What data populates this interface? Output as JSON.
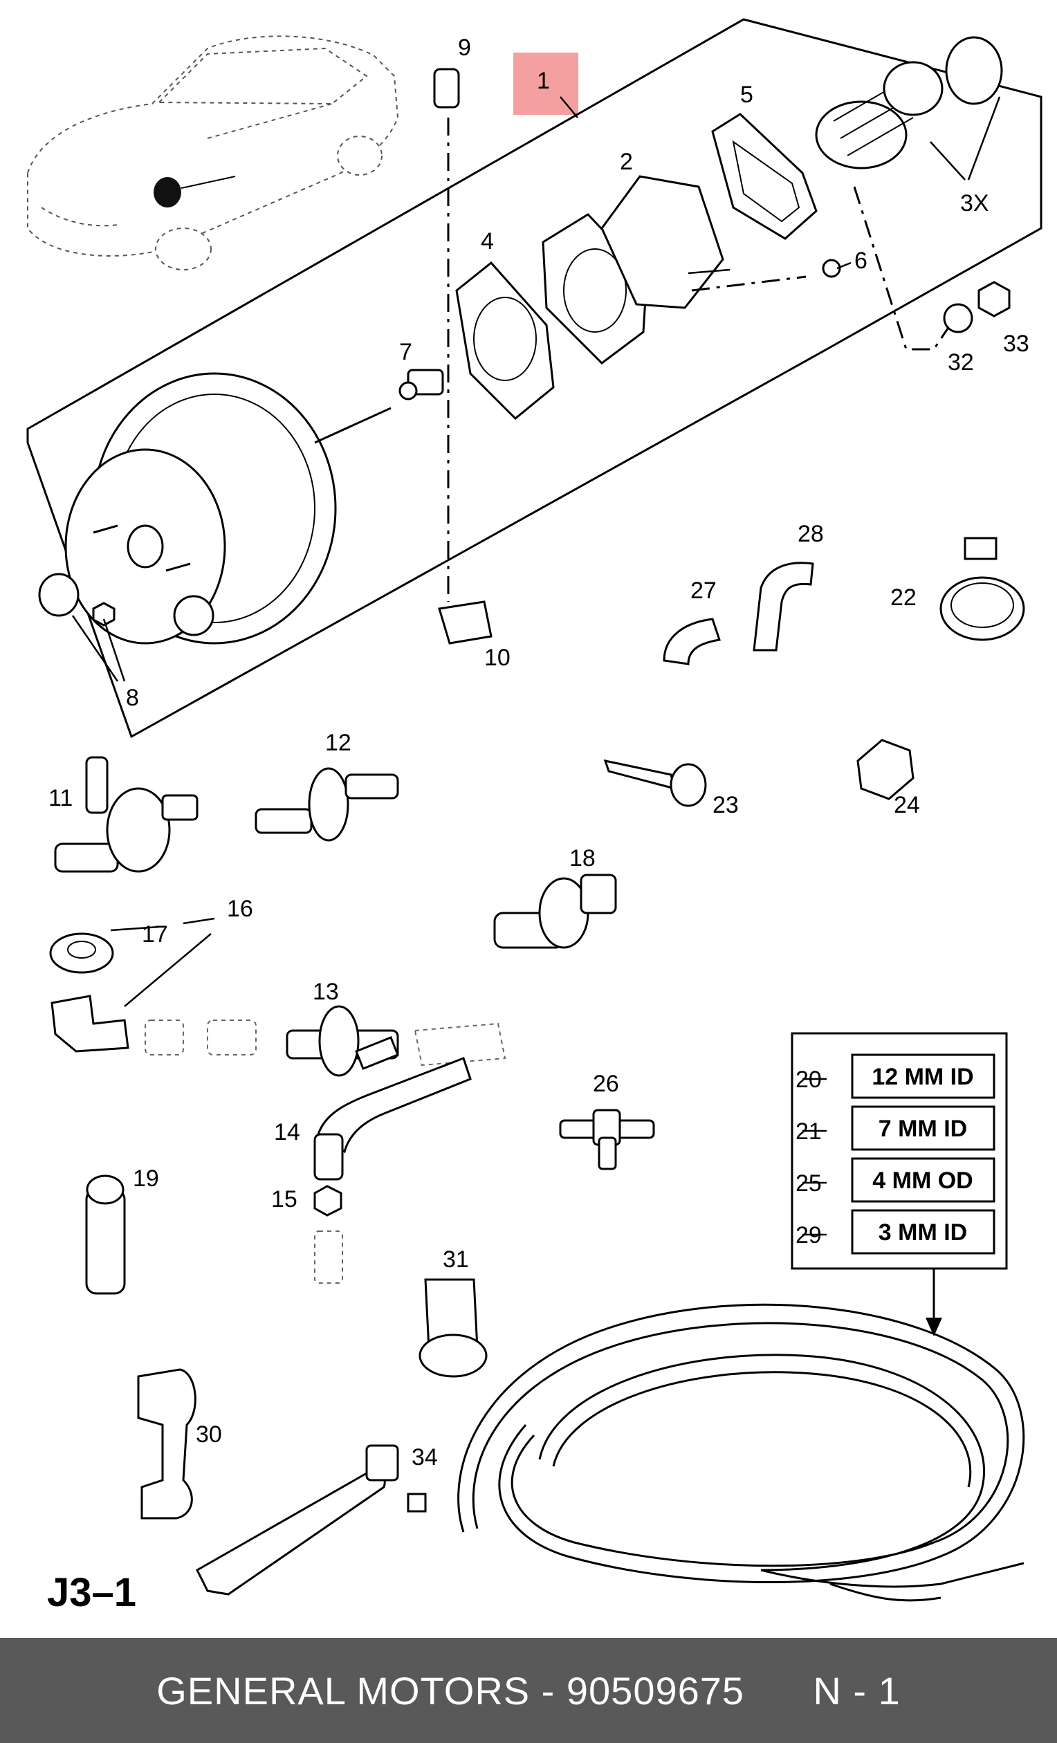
{
  "diagram": {
    "page_code": "J3–1",
    "callouts": [
      "1",
      "2",
      "3X",
      "4",
      "5",
      "6",
      "7",
      "8",
      "9",
      "10",
      "11",
      "12",
      "13",
      "14",
      "15",
      "16",
      "17",
      "18",
      "19",
      "22",
      "23",
      "24",
      "26",
      "27",
      "28",
      "30",
      "31",
      "32",
      "33",
      "34"
    ],
    "hose_sizes": [
      {
        "ref": "20",
        "size": "12 MM ID"
      },
      {
        "ref": "21",
        "size": "7 MM ID"
      },
      {
        "ref": "25",
        "size": "4 MM OD"
      },
      {
        "ref": "29",
        "size": "3 MM ID"
      }
    ],
    "highlight_color": "#f4a0a0"
  },
  "footer": {
    "brand": "GENERAL MOTORS",
    "separator": "-",
    "part_number": "90509675",
    "page": "N - 1"
  }
}
